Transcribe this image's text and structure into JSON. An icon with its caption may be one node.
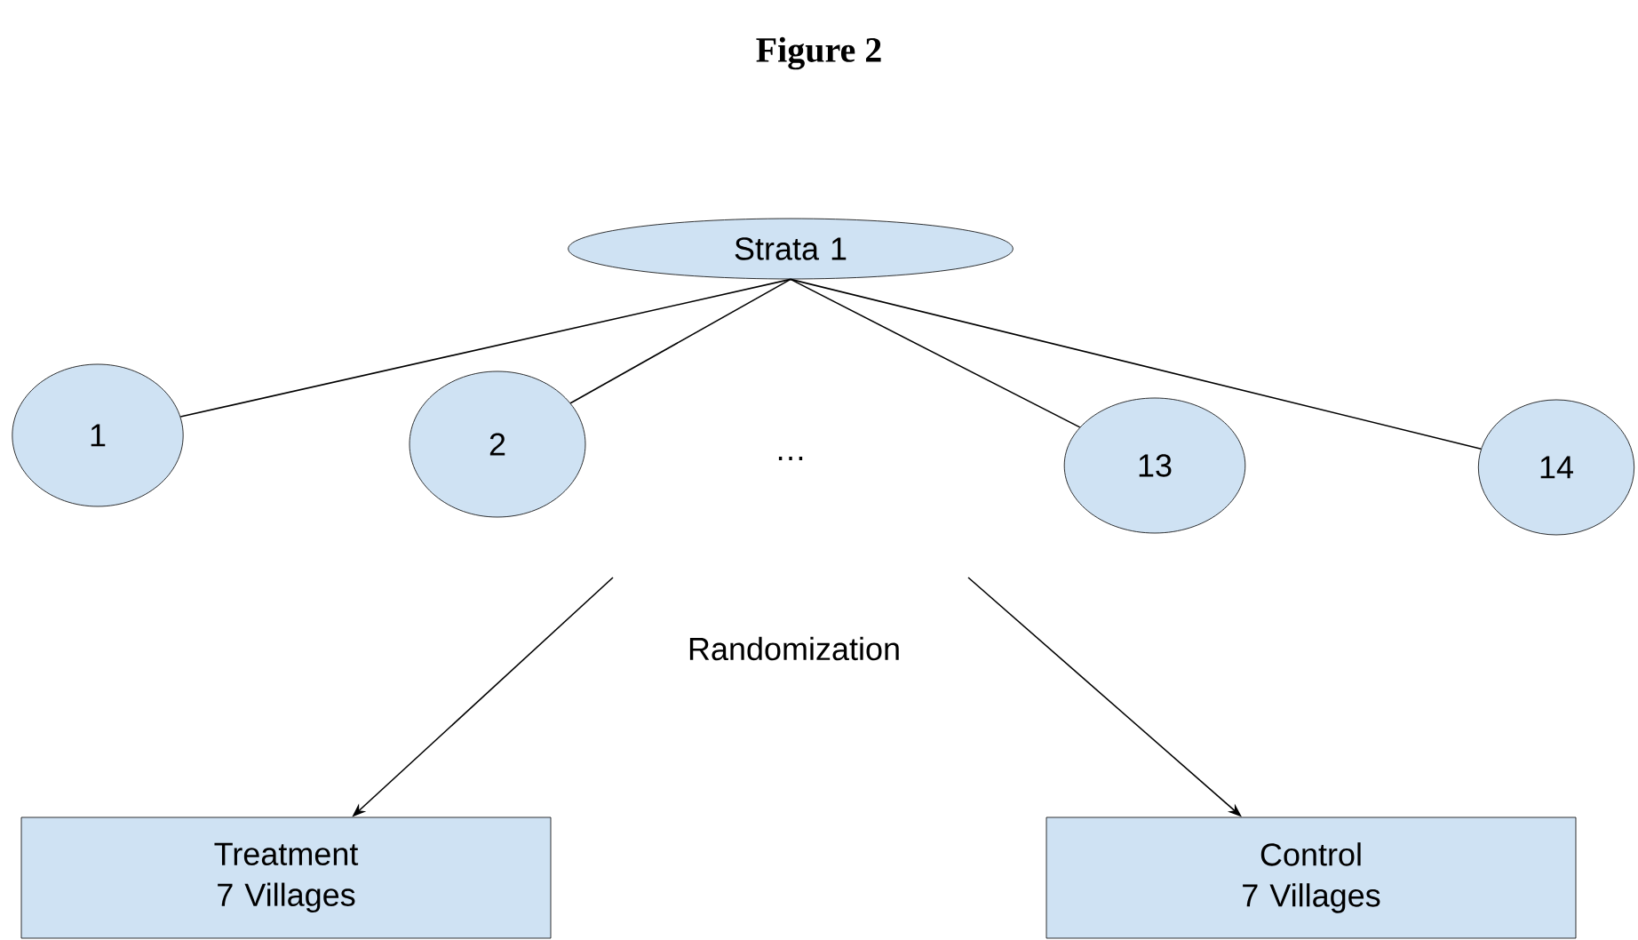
{
  "diagram": {
    "title": "Figure 2",
    "nodes": [
      {
        "text": [
          "Strata 1"
        ]
      },
      {
        "text": [
          "1"
        ]
      },
      {
        "text": [
          "2"
        ]
      },
      {
        "text": [
          "13"
        ]
      },
      {
        "text": [
          "14"
        ]
      },
      {
        "text": [
          "Treatment",
          "7 Villages"
        ]
      },
      {
        "text": [
          "Control",
          "7 Villages"
        ]
      }
    ],
    "edges": [
      {
        "from": 0,
        "to": 1,
        "arrow": "none"
      },
      {
        "from": 0,
        "to": 2,
        "arrow": "none"
      },
      {
        "from": 0,
        "to": 3,
        "arrow": "none"
      },
      {
        "from": 0,
        "to": 4,
        "arrow": "none"
      },
      {
        "from": null,
        "to": 5,
        "arrow": "to"
      },
      {
        "from": null,
        "to": 6,
        "arrow": "to"
      }
    ],
    "labels": [
      "…",
      "Randomization"
    ]
  }
}
